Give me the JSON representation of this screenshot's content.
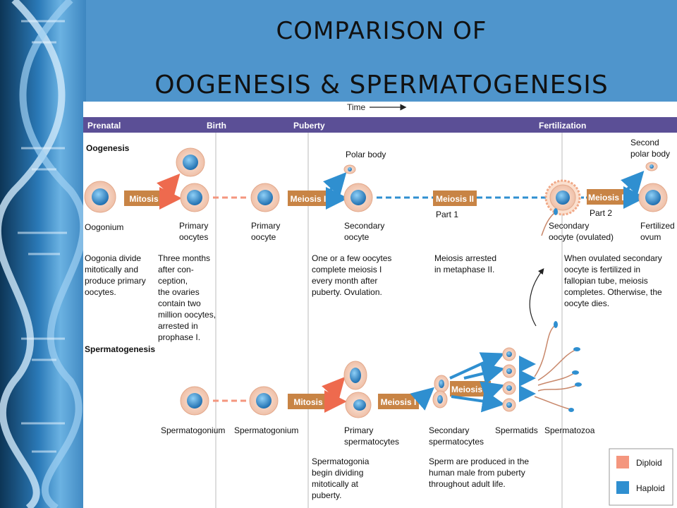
{
  "title": {
    "line1": "COMPARISON OF",
    "line2": "OOGENESIS & SPERMATOGENESIS"
  },
  "timeline": {
    "time_label": "Time",
    "stages": [
      "Prenatal",
      "Birth",
      "Puberty",
      "Fertilization"
    ]
  },
  "oogenesis": {
    "heading": "Oogenesis",
    "steps": {
      "mitosis": "Mitosis",
      "meiosis1": "Meiosis I",
      "meiosis2": "Meiosis II",
      "meiosis2_part1": "Part 1",
      "meiosis2b": "Meiosis II",
      "meiosis2_part2": "Part 2"
    },
    "labels": {
      "oogonium": "Oogonium",
      "primary_oocytes": [
        "Primary",
        "oocytes"
      ],
      "primary_oocyte": [
        "Primary",
        "oocyte"
      ],
      "polar_body": "Polar body",
      "secondary_oocyte": [
        "Secondary",
        "oocyte"
      ],
      "secondary_oocyte_ovulated": [
        "Secondary",
        "oocyte (ovulated)"
      ],
      "second_polar_body": [
        "Second",
        "polar body"
      ],
      "fertilized_ovum": [
        "Fertilized",
        "ovum"
      ]
    },
    "notes": {
      "note1": [
        "Oogonia divide",
        "mitotically and",
        "produce primary",
        "oocytes."
      ],
      "note2": [
        "Three months",
        "after con-",
        "ception,",
        "the ovaries",
        "contain two",
        "million oocytes,",
        "arrested in",
        "prophase I."
      ],
      "note3": [
        "One or a few oocytes",
        "complete meiosis I",
        "every month after",
        "puberty. Ovulation."
      ],
      "note4": [
        "Meiosis arrested",
        "in metaphase II."
      ],
      "note5": [
        "When ovulated secondary",
        "oocyte is fertilized in",
        "fallopian tube, meiosis",
        "completes. Otherwise, the",
        "oocyte dies."
      ]
    }
  },
  "spermatogenesis": {
    "heading": "Spermatogenesis",
    "steps": {
      "mitosis": "Mitosis",
      "meiosis1": "Meiosis I",
      "meiosis2": "Meiosis II"
    },
    "labels": {
      "spermatogonium1": "Spermatogonium",
      "spermatogonium2": "Spermatogonium",
      "primary_spermatocytes": [
        "Primary",
        "spermatocytes"
      ],
      "secondary_spermatocytes": [
        "Secondary",
        "spermatocytes"
      ],
      "spermatids": "Spermatids",
      "spermatozoa": "Spermatozoa"
    },
    "notes": {
      "note1": [
        "Spermatogonia",
        "begin dividing",
        "mitotically at",
        "puberty."
      ],
      "note2": [
        "Sperm are produced in the",
        "human male from puberty",
        "throughout adult life."
      ]
    }
  },
  "legend": {
    "items": [
      {
        "label": "Diploid",
        "color": "#f4967e"
      },
      {
        "label": "Haploid",
        "color": "#2f8fd0"
      }
    ]
  },
  "colors": {
    "header_bar": "#5b4f96",
    "step_box": "#c88445",
    "cell_outer": "#f7d7c6",
    "cell_nucleus": "#2f8fd0",
    "dash_orange": "#f4967e",
    "dash_blue": "#2f8fd0"
  }
}
